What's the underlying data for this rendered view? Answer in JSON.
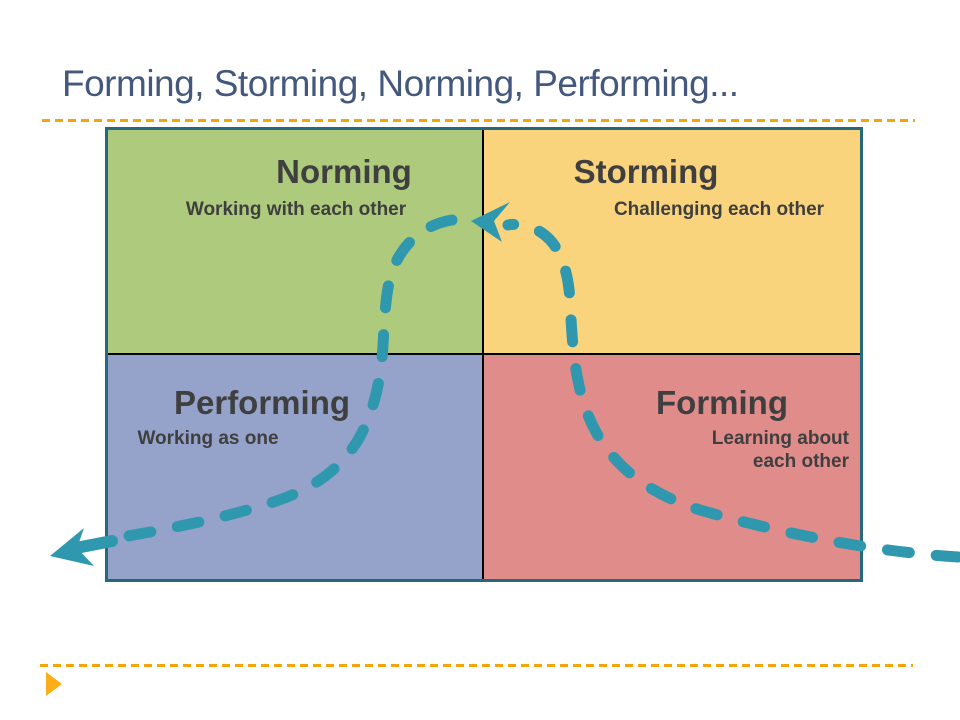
{
  "slide": {
    "title": "Forming, Storming, Norming, Performing...",
    "title_color": "#44587E",
    "background_color": "#FFFFFF",
    "separator_color": "#F2A60C",
    "bullet_color": "#FBAE17",
    "text_color": "#3F3F3F"
  },
  "grid": {
    "border_color": "#26697C"
  },
  "arrow": {
    "color": "#2F98AE",
    "style": "dashed",
    "description": "S-shaped dashed flow arrow entering at bottom-right through Forming and Storming, arrowhead at top toward Norming, continuing down through Performing and exiting bottom-left"
  },
  "quadrants": [
    {
      "position": "top-left",
      "label": "Norming",
      "sublabel": "Working with each other",
      "color": "#AECA7D"
    },
    {
      "position": "top-right",
      "label": "Storming",
      "sublabel": "Challenging each other",
      "color": "#FAD47C"
    },
    {
      "position": "bottom-left",
      "label": "Performing",
      "sublabel": "Working as one",
      "color": "#95A3CB"
    },
    {
      "position": "bottom-right",
      "label": "Forming",
      "sublabel": "Learning about each other",
      "color": "#E08C8B"
    }
  ]
}
